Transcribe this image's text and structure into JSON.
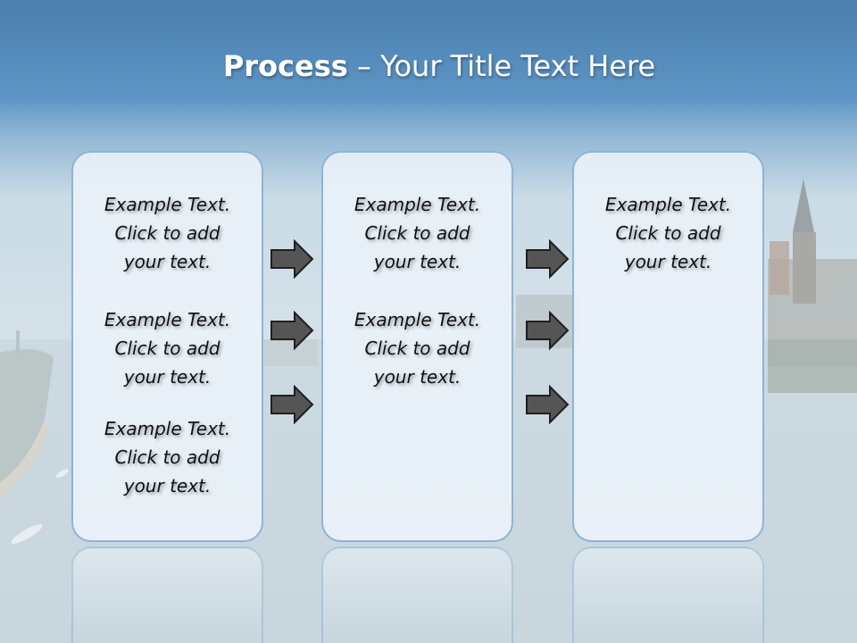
{
  "title": {
    "bold": "Process",
    "rest": " – Your Title Text Here"
  },
  "columns": [
    {
      "blocks": [
        "Example Text.\nClick  to add\nyour text.",
        "Example Text.\nClick  to add\nyour text.",
        "Example Text.\nClick  to add\nyour text."
      ]
    },
    {
      "blocks": [
        "Example Text.\nClick  to add\nyour text.",
        "Example Text.\nClick  to add\nyour text."
      ]
    },
    {
      "blocks": [
        "Example Text.\nClick  to add\nyour text."
      ]
    }
  ],
  "colors": {
    "header": "#5e95c4",
    "panel_border": "#8eb4d6",
    "arrow_fill": "#555555"
  },
  "icons": [
    "arrow-right-icon"
  ]
}
